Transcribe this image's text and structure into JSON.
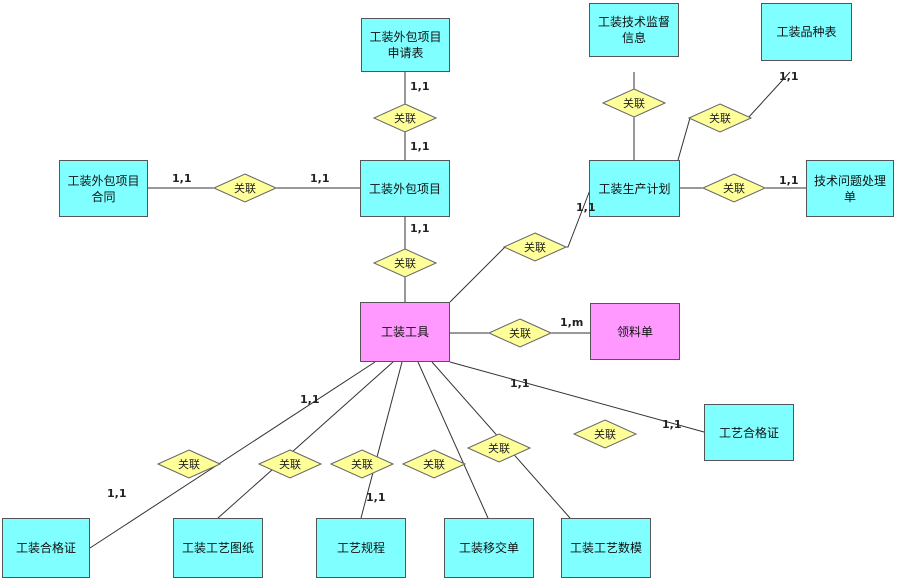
{
  "entities": {
    "outsource_apply": "工装外包项目申请表",
    "tech_supervision": "工装技术监督信息",
    "variety_table": "工装品种表",
    "outsource_contract": "工装外包项目合同",
    "outsource_project": "工装外包项目",
    "production_plan": "工装生产计划",
    "tech_issue": "技术问题处理单",
    "tooling": "工装工具",
    "material_requisition": "领料单",
    "process_cert": "工艺合格证",
    "tooling_cert": "工装合格证",
    "process_drawing": "工装工艺图纸",
    "process_spec": "工艺规程",
    "handover": "工装移交单",
    "process_model": "工装工艺数模"
  },
  "relationship_label": "关联",
  "cardinalities": {
    "apply_to_project": "1,1",
    "rel_to_project": "1,1",
    "contract_side": "1,1",
    "project_side": "1,1",
    "project_to_tooling": "1,1",
    "plan_side": "1,1",
    "variety_side": "1,1",
    "issue_side": "1,1",
    "requisition_side": "1,m",
    "tooling_to_cert": "1,1",
    "process_cert_side": "1,1",
    "tooling_left": "1,1",
    "tooling_cert_side": "1,1",
    "process_spec_side": "1,1"
  },
  "colors": {
    "entity_fill": "#7fffff",
    "central_entity_fill": "#ff99ff",
    "relationship_fill": "#ffff99",
    "line": "#333333"
  }
}
